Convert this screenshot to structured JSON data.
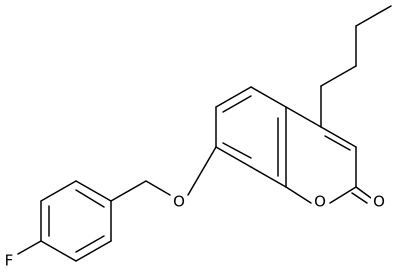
{
  "molecule": {
    "atoms": [
      {
        "id": "F",
        "label": "F"
      },
      {
        "id": "O_ether",
        "label": "O"
      },
      {
        "id": "O_ring",
        "label": "O"
      },
      {
        "id": "O_carbonyl",
        "label": "O"
      }
    ]
  }
}
